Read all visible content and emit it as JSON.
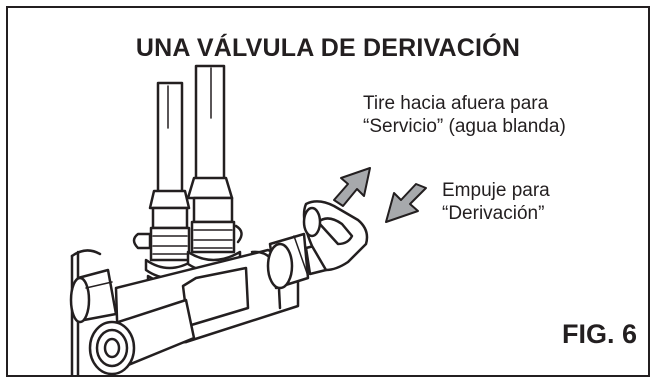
{
  "title": "UNA VÁLVULA DE DERIVACIÓN",
  "pull_instruction": {
    "line1": "Tire hacia afuera para",
    "line2": "“Servicio” (agua blanda)"
  },
  "push_instruction": {
    "line1": "Empuje para",
    "line2": "“Derivación”"
  },
  "figure_label": "FIG. 6",
  "colors": {
    "ink": "#231f20",
    "paper": "#ffffff",
    "arrow_fill": "#a7a9ac"
  },
  "illustration": {
    "subject": "bypass-valve-assembly",
    "icons": [
      "pull-out-arrow-icon",
      "push-in-arrow-icon"
    ]
  }
}
